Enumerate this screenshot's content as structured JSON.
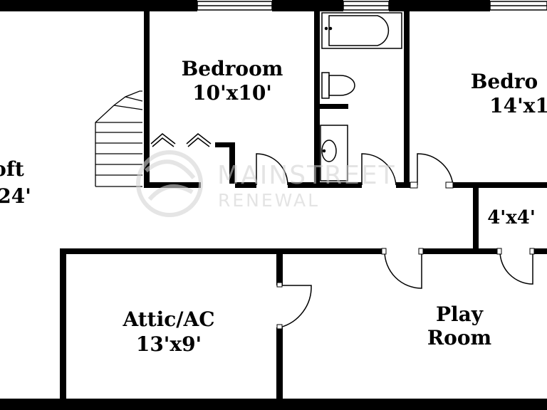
{
  "rooms": {
    "loft": {
      "name": "oft",
      "size": "24'"
    },
    "bedroom_1": {
      "name": "Bedroom",
      "size": "10'x10'"
    },
    "bedroom_2": {
      "name": "Bedro",
      "size": "14'x1"
    },
    "closet": {
      "size": "4'x4'"
    },
    "attic": {
      "name": "Attic/AC",
      "size": "13'x9'"
    },
    "play_room": {
      "name_line1": "Play",
      "name_line2": "Room"
    }
  },
  "watermark": {
    "brand_line1": "MAINSTREET",
    "brand_line2": "RENEWAL"
  },
  "colors": {
    "wall": "#000000",
    "background": "#ffffff",
    "watermark": "#cfcfcf"
  }
}
